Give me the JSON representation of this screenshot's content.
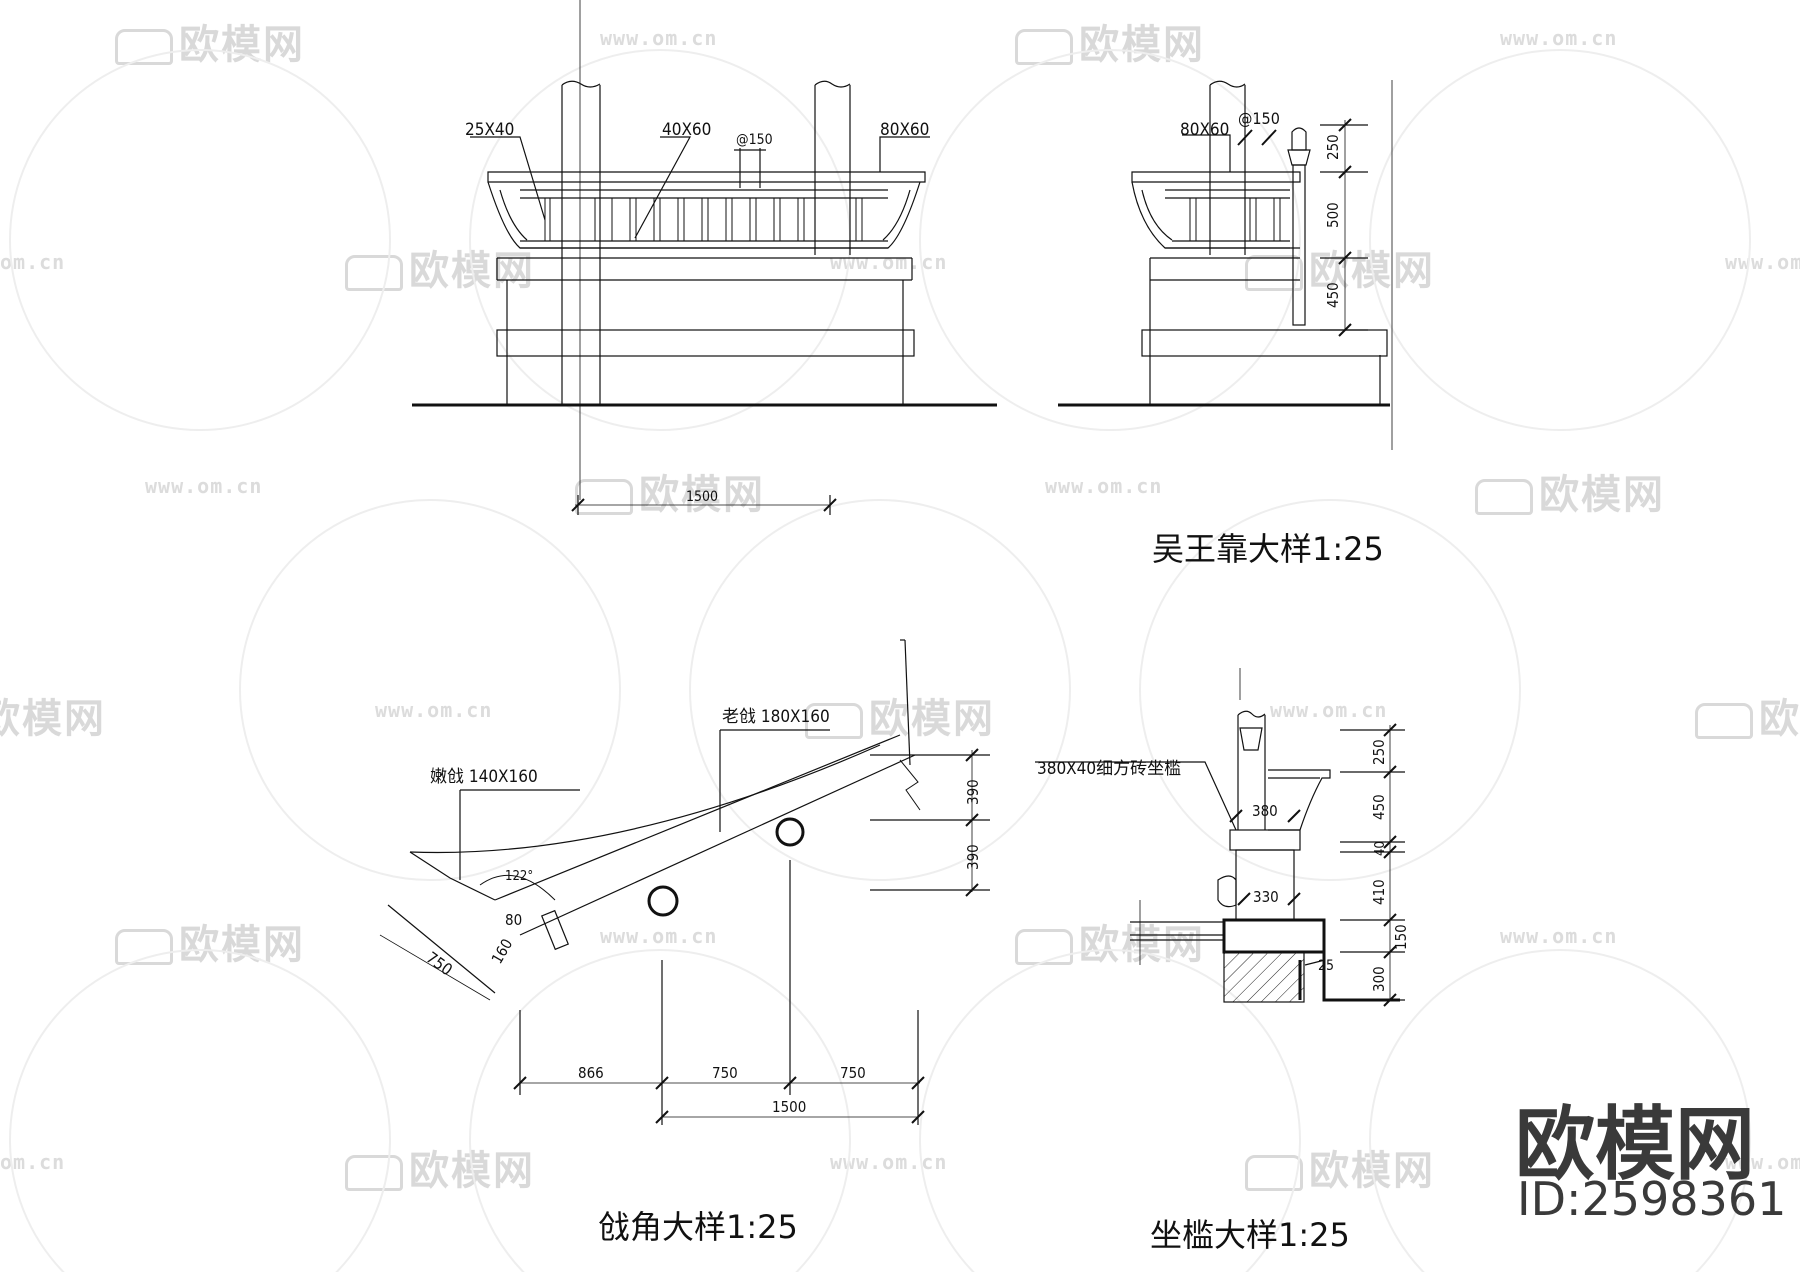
{
  "watermark": {
    "brand": "欧模网",
    "url": "www.om.cn",
    "url_fragment": "om.cn",
    "brand_fragment": "欧模网"
  },
  "drawings": {
    "elevation": {
      "labels": [
        "25X40",
        "40X60",
        "@150",
        "80X60"
      ],
      "dimension": "1500"
    },
    "side": {
      "labels": [
        "80X60",
        "@150"
      ],
      "dimensions": [
        "250",
        "500",
        "450"
      ],
      "title": "吴王靠大样1:25"
    },
    "corner": {
      "labels": [
        "老戗 180X160",
        "嫩戗 140X160"
      ],
      "angle": "122°",
      "small_dims": [
        "80",
        "160",
        "750"
      ],
      "vertical_dims": [
        "390",
        "390"
      ],
      "bottom_dims": [
        "866",
        "750",
        "750"
      ],
      "total_dim": "1500",
      "title": "戗角大样1:25"
    },
    "seat": {
      "callout": "380X40细方砖坐槛",
      "inner_dims": [
        "380",
        "330",
        "25"
      ],
      "dimensions": [
        "250",
        "450",
        "40",
        "410",
        "150",
        "300"
      ],
      "title": "坐槛大样1:25"
    }
  },
  "brand_mark": {
    "name": "欧模网",
    "id": "ID:2598361"
  },
  "colors": {
    "line": "#111111",
    "watermark": "#d9d9d9",
    "background": "#ffffff"
  }
}
